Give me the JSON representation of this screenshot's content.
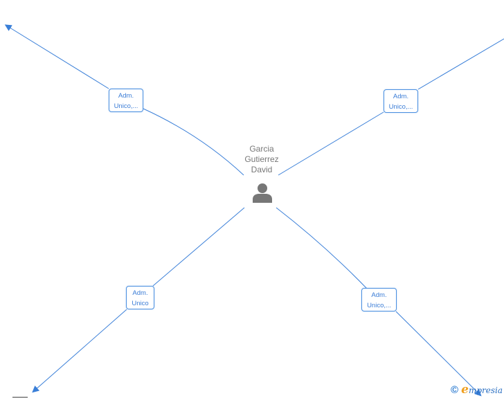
{
  "diagram": {
    "center_node": {
      "name_lines": [
        "Garcia",
        "Gutierrez",
        "David"
      ],
      "icon": "person-icon",
      "icon_color": "#777777"
    },
    "relations": [
      {
        "id": "rel-top-left",
        "label_lines": [
          "Adm.",
          "Unico,..."
        ],
        "direction": "outgoing-up-left"
      },
      {
        "id": "rel-top-right",
        "label_lines": [
          "Adm.",
          "Unico,..."
        ],
        "direction": "outgoing-up-right"
      },
      {
        "id": "rel-bottom-left",
        "label_lines": [
          "Adm.",
          "Unico"
        ],
        "direction": "outgoing-down-left"
      },
      {
        "id": "rel-bottom-right",
        "label_lines": [
          "Adm.",
          "Unico,..."
        ],
        "direction": "outgoing-down-right"
      }
    ],
    "edge_color": "#3a7fd8"
  },
  "footer": {
    "copyright_symbol": "©",
    "brand_initial": "e",
    "brand_rest": "mpresia"
  }
}
